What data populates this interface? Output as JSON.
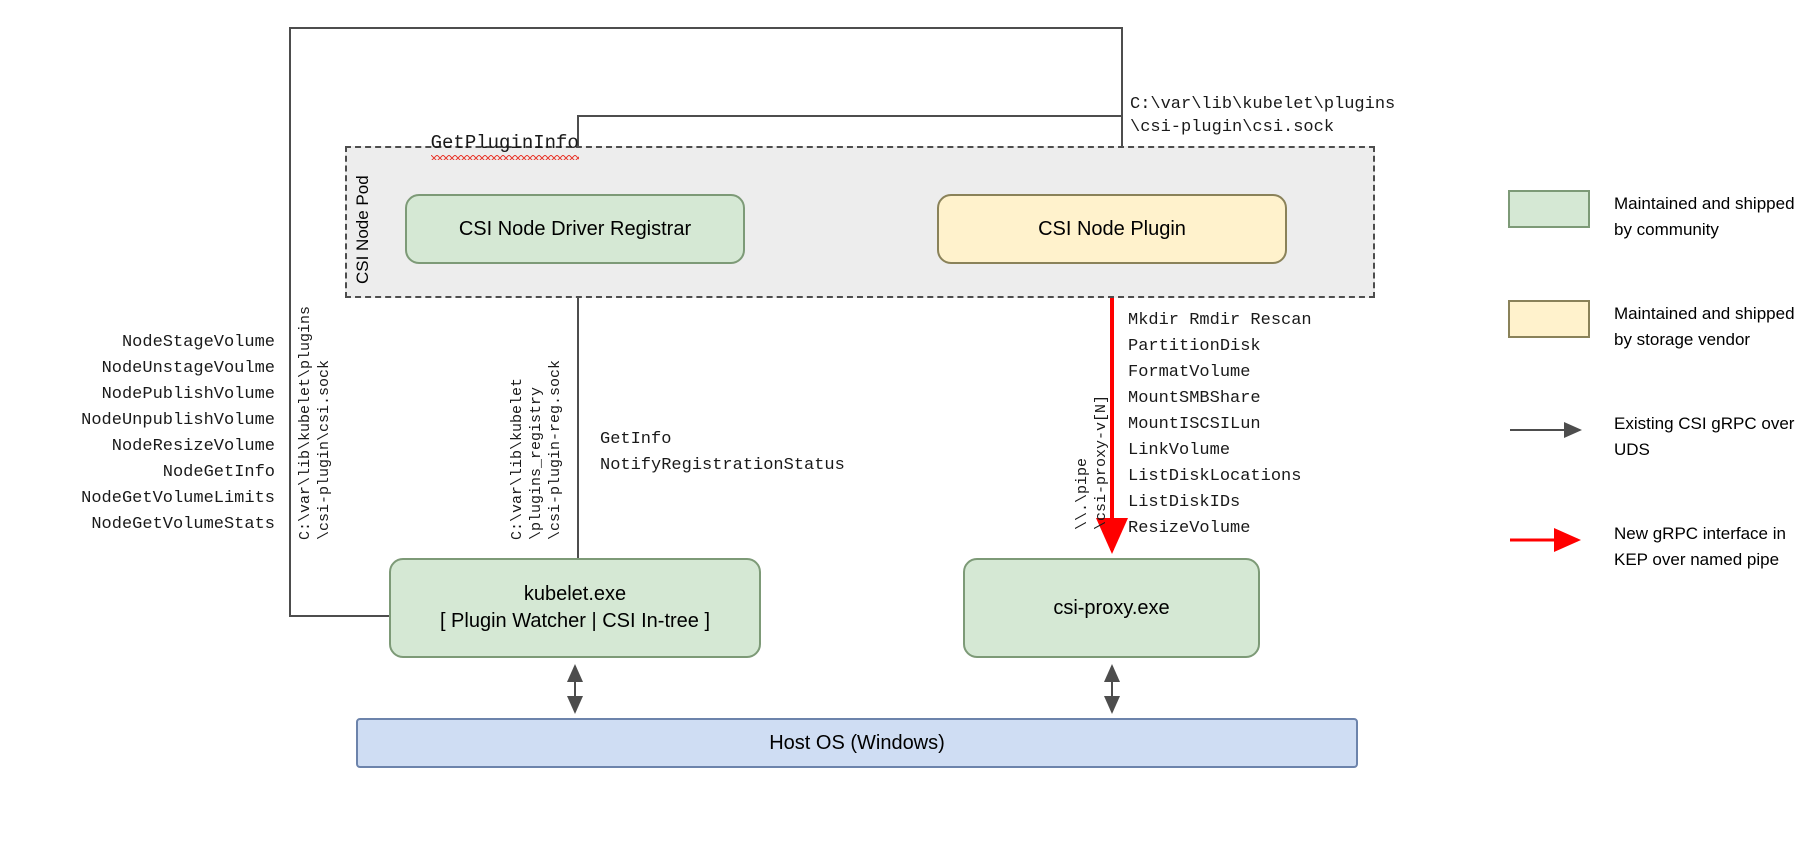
{
  "diagram": {
    "pod": {
      "label": "CSI Node Pod"
    },
    "boxes": {
      "registrar": "CSI Node Driver Registrar",
      "node_plugin": "CSI Node Plugin",
      "kubelet_line1": "kubelet.exe",
      "kubelet_line2": "[ Plugin Watcher | CSI In-tree ]",
      "csi_proxy": "csi-proxy.exe",
      "host_os": "Host OS (Windows)"
    },
    "labels": {
      "get_plugin_info": "GetPluginInfo",
      "csi_sock_path": "C:\\var\\lib\\kubelet\\plugins\n\\csi-plugin\\csi.sock",
      "node_api_calls": "NodeStageVolume\nNodeUnstageVoulme\nNodePublishVolume\nNodeUnpublishVolume\nNodeResizeVolume\nNodeGetInfo\nNodeGetVolumeLimits\nNodeGetVolumeStats",
      "kubelet_registration_calls": "GetInfo\nNotifyRegistrationStatus",
      "csi_proxy_operations": "Mkdir Rmdir Rescan\nPartitionDisk\nFormatVolume\nMountSMBShare\nMountISCSILun\nLinkVolume\nListDiskLocations\nListDiskIDs\nResizeVolume",
      "vertical_csi_sock": "C:\\var\\lib\\kubelet\\plugins\n\\csi-plugin\\csi.sock",
      "vertical_registry_sock": "C:\\var\\lib\\kubelet\n\\plugins_registry\n\\csi-plugin-reg.sock",
      "vertical_named_pipe": "\\\\.\\pipe\n\\csi-proxy-v[N]"
    },
    "legend": [
      {
        "kind": "swatch",
        "color_class": "green",
        "color": "#d5e8d4",
        "text": "Maintained and shipped by community"
      },
      {
        "kind": "swatch",
        "color_class": "yellow",
        "color": "#fff2cc",
        "text": "Maintained and shipped by storage vendor"
      },
      {
        "kind": "arrow",
        "color": "#4d4d4d",
        "text": "Existing CSI gRPC over UDS"
      },
      {
        "kind": "arrow",
        "color": "#ff0000",
        "text": "New gRPC interface in KEP over named pipe"
      }
    ],
    "colors": {
      "green_fill": "#d5e8d4",
      "yellow_fill": "#fff2cc",
      "blue_fill": "#cfddf3",
      "pod_fill": "#ededed",
      "line_gray": "#4d4d4d",
      "line_red": "#ff0000"
    }
  }
}
